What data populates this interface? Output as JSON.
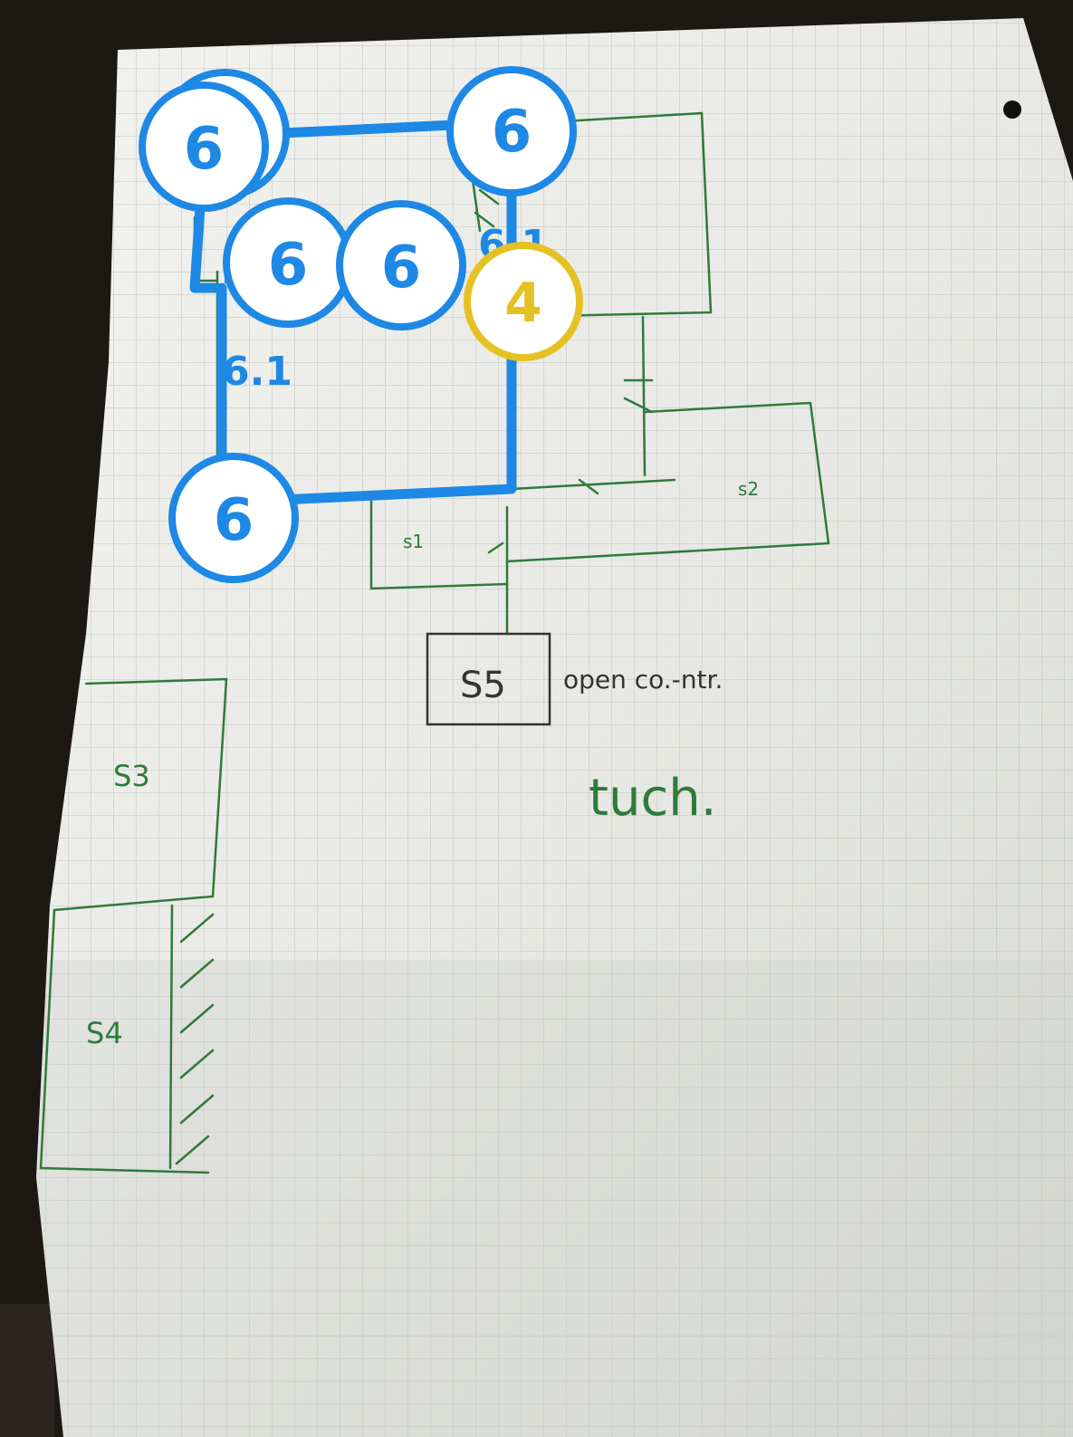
{
  "sketch": {
    "rooms": [
      {
        "id": "s1",
        "label": "s1"
      },
      {
        "id": "s2",
        "label": "s2"
      },
      {
        "id": "s3",
        "label": "S3"
      },
      {
        "id": "s4",
        "label": "S4"
      },
      {
        "id": "s5",
        "label": "S5"
      }
    ],
    "notes": {
      "open_control": "open co.-ntr.",
      "kitchen": "tuch."
    }
  },
  "overlay": {
    "pins": [
      {
        "name": "pin-1",
        "number": "6"
      },
      {
        "name": "pin-2",
        "number": "6"
      },
      {
        "name": "pin-3",
        "number": "6"
      },
      {
        "name": "pin-4",
        "number": "6"
      },
      {
        "name": "pin-5",
        "number": "6"
      },
      {
        "name": "pin-6",
        "number": "6"
      },
      {
        "name": "pin-7",
        "number": "4"
      }
    ],
    "target_labels": [
      "6.1",
      "6.1"
    ],
    "colors": {
      "primary": "#1e88e5",
      "highlight": "#e5c223",
      "pin_fill": "#ffffff"
    }
  }
}
